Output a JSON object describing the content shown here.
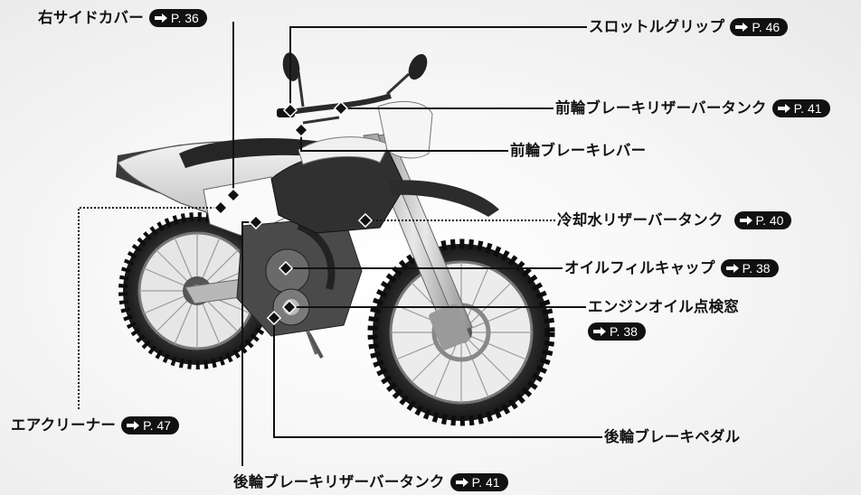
{
  "labels": {
    "right_side_cover": {
      "text": "右サイドカバー",
      "ref": "P. 36"
    },
    "throttle_grip": {
      "text": "スロットルグリップ",
      "ref": "P. 46"
    },
    "front_brake_reservoir": {
      "text": "前輪ブレーキリザーバータンク",
      "ref": "P. 41"
    },
    "front_brake_lever": {
      "text": "前輪ブレーキレバー"
    },
    "coolant_reservoir": {
      "text": "冷却水リザーバータンク",
      "ref": "P. 40"
    },
    "oil_filler_cap": {
      "text": "オイルフィルキャップ",
      "ref": "P. 38"
    },
    "oil_inspection_window": {
      "text": "エンジンオイル点検窓",
      "ref": "P. 38"
    },
    "rear_brake_pedal": {
      "text": "後輪ブレーキペダル"
    },
    "air_cleaner": {
      "text": "エアクリーナー",
      "ref": "P. 47"
    },
    "rear_brake_reservoir": {
      "text": "後輪ブレーキリザーバータンク",
      "ref": "P. 41"
    }
  },
  "icons": {
    "ref_arrow": "right-arrow-icon"
  }
}
